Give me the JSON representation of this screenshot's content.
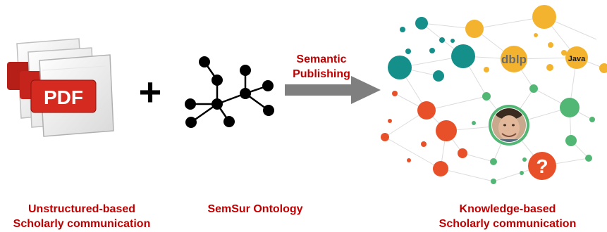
{
  "captions": {
    "left_line1": "Unstructured-based",
    "left_line2": "Scholarly communication",
    "middle": "SemSur Ontology",
    "right_line1": "Knowledge-based",
    "right_line2": "Scholarly communication"
  },
  "arrow": {
    "line1": "Semantic",
    "line2": "Publishing"
  },
  "plus_symbol": "+",
  "pdf_label": "PDF",
  "graph_labels": {
    "dblp": "dblp",
    "java": "Java",
    "question": "?"
  },
  "colors": {
    "caption_red": "#c00000",
    "pdf_red": "#d42a20",
    "arrow_gray": "#7f7f7f",
    "node_teal": "#148f8a",
    "node_orange_red": "#e8502a",
    "node_yellow": "#f4b32e",
    "node_green": "#52b774",
    "node_dark": "#000000"
  },
  "icons": [
    "pdf-document-icon",
    "ontology-graph-icon",
    "knowledge-graph-icon",
    "person-avatar-icon",
    "question-mark-icon"
  ]
}
